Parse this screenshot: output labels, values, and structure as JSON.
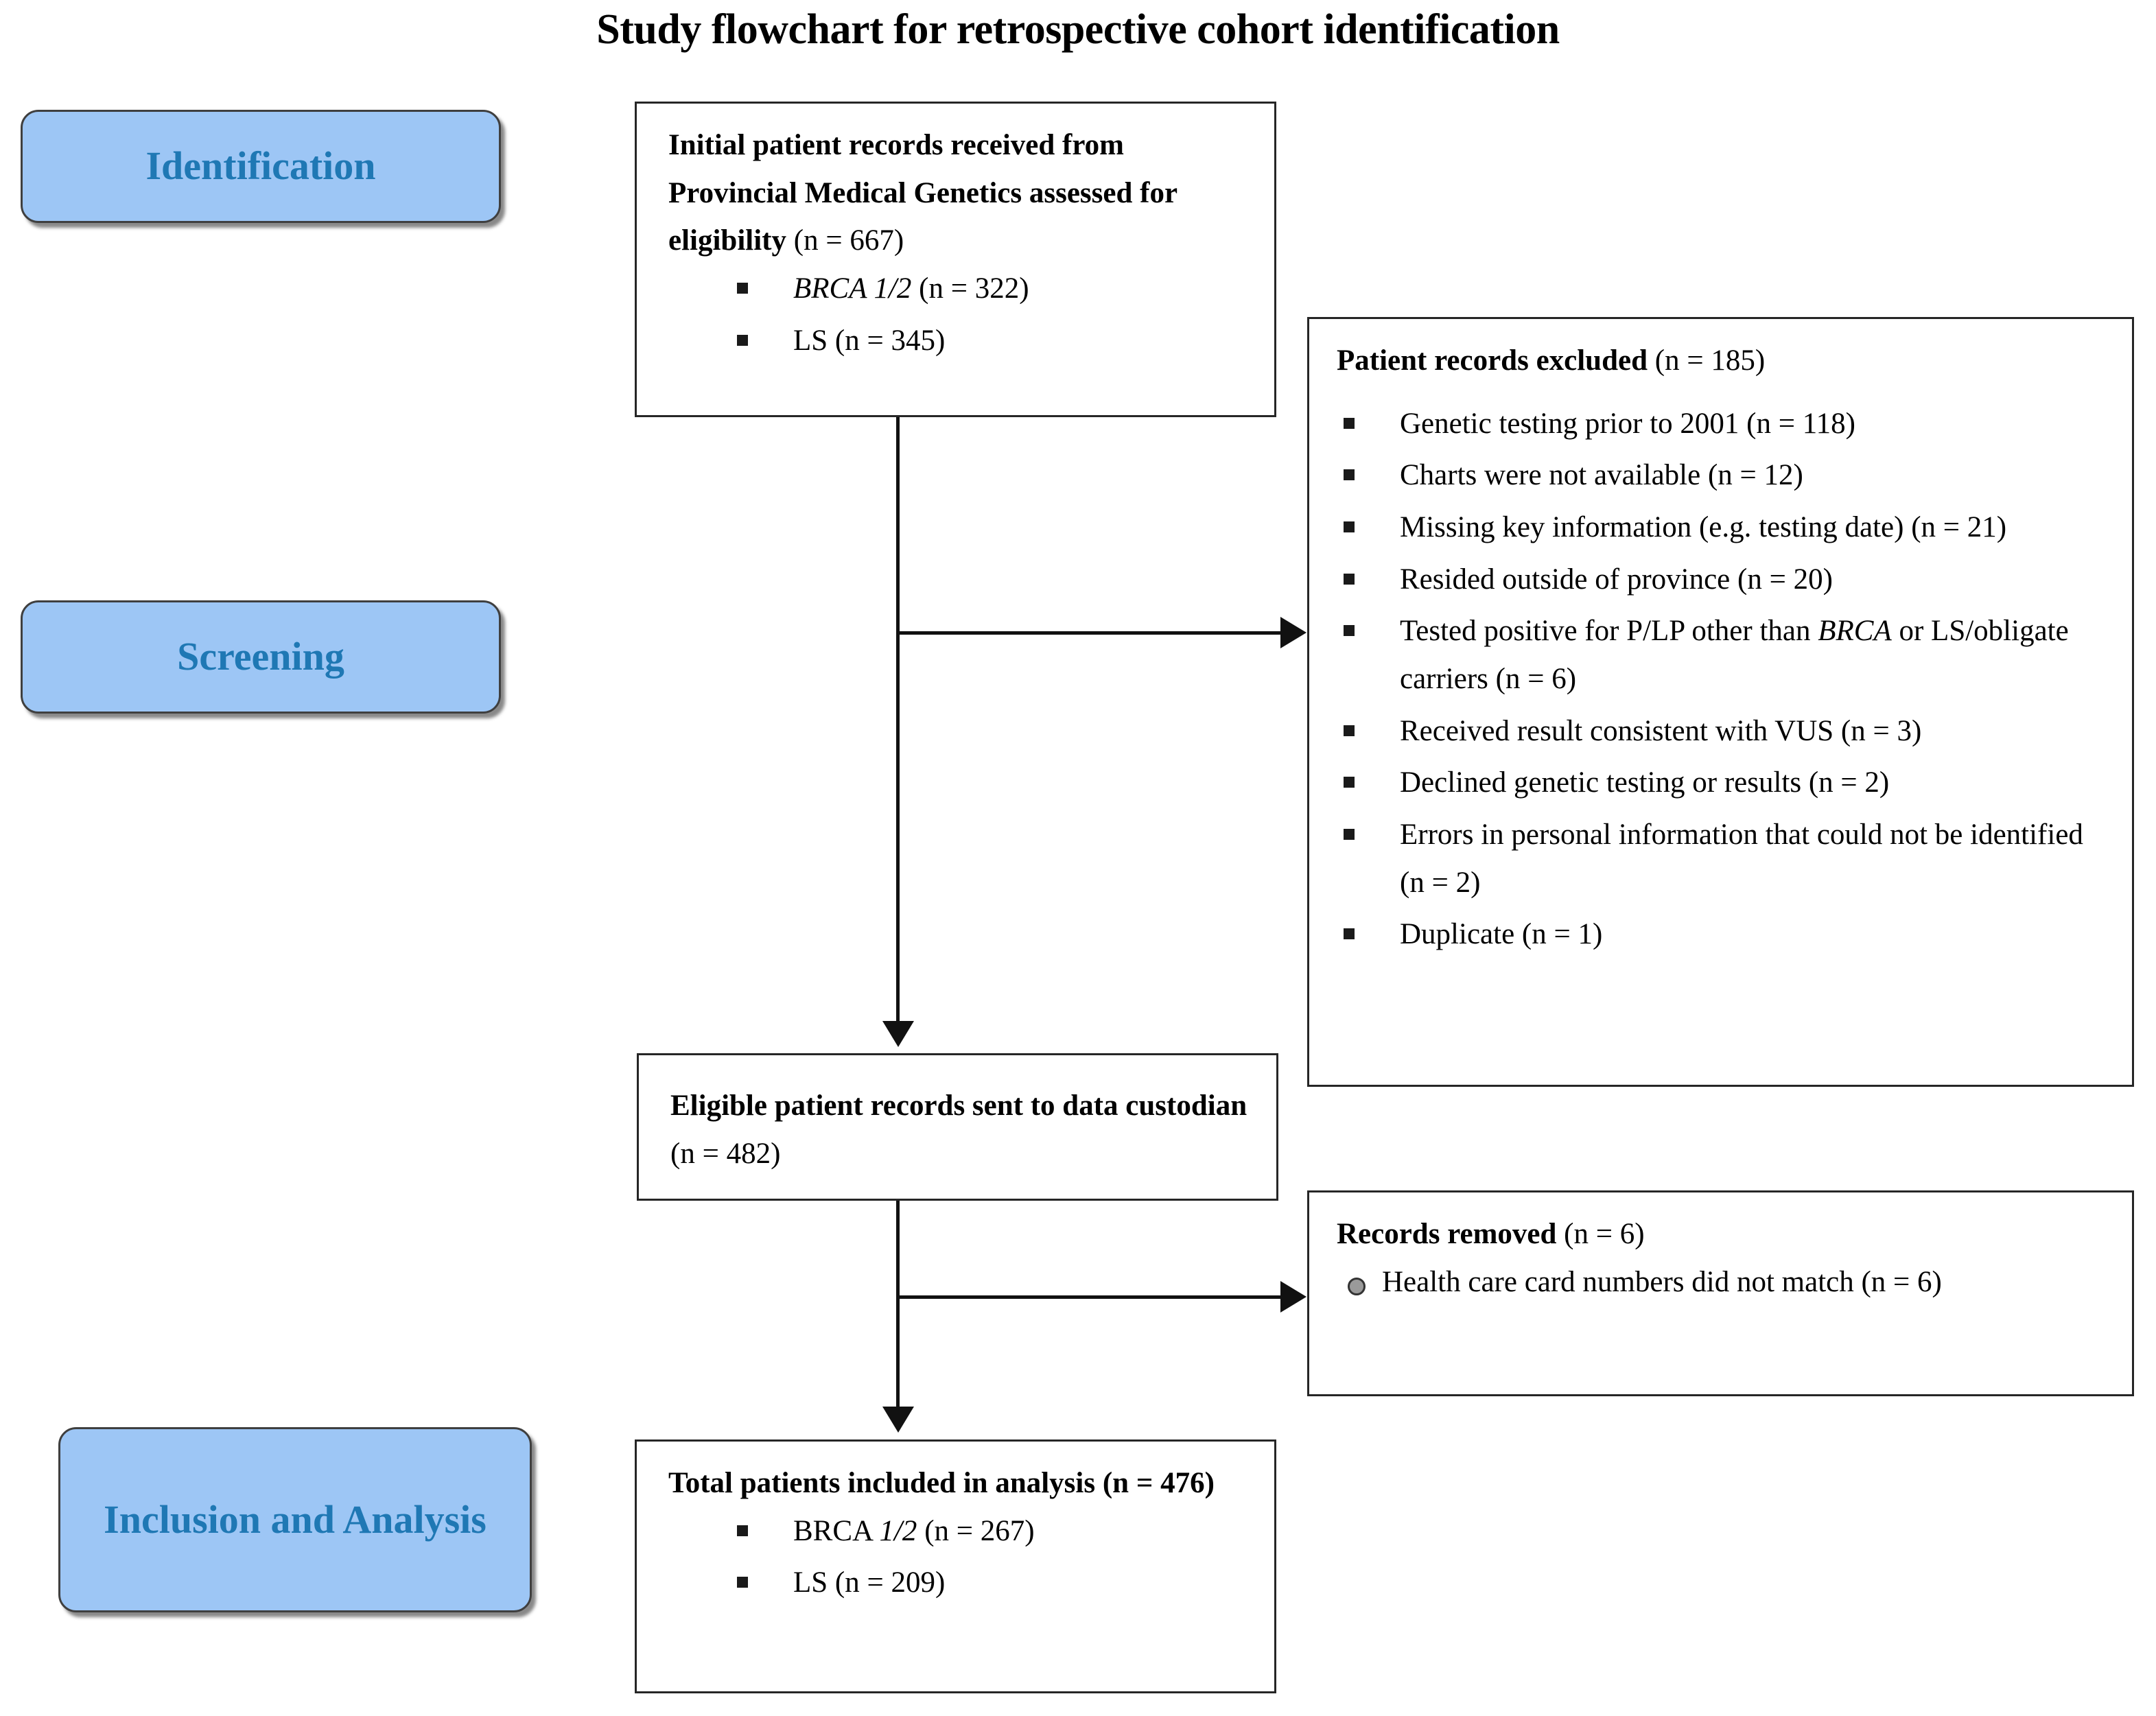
{
  "title": "Study flowchart for retrospective cohort identification",
  "stages": [
    {
      "id": "identification",
      "label": "Identification"
    },
    {
      "id": "screening",
      "label": "Screening"
    },
    {
      "id": "inclusion-and-analysis",
      "label": "Inclusion and Analysis"
    }
  ],
  "boxes": {
    "initial_records": {
      "header": "Initial patient records received from Provincial Medical Genetics assessed for eligibility",
      "header_count": "(n = 667)",
      "items": [
        {
          "italic": "BRCA 1/2",
          "rest": " (n = 322)"
        },
        {
          "italic": "",
          "rest": "LS (n = 345)"
        }
      ]
    },
    "excluded": {
      "header": "Patient records excluded",
      "header_count": "(n = 185)",
      "items": [
        {
          "pre": "Genetic testing prior to 2001 (n = 118)",
          "italic": "",
          "post": ""
        },
        {
          "pre": "Charts were not available (n = 12)",
          "italic": "",
          "post": ""
        },
        {
          "pre": "Missing key information (e.g. testing date) (n = 21)",
          "italic": "",
          "post": ""
        },
        {
          "pre": "Resided outside of province (n = 20)",
          "italic": "",
          "post": ""
        },
        {
          "pre": "Tested positive for P/LP other than ",
          "italic": "BRCA",
          "post": " or LS/obligate carriers (n = 6)"
        },
        {
          "pre": "Received result consistent with VUS (n = 3)",
          "italic": "",
          "post": ""
        },
        {
          "pre": "Declined genetic testing or results (n = 2)",
          "italic": "",
          "post": ""
        },
        {
          "pre": "Errors in personal information that could not be identified (n = 2)",
          "italic": "",
          "post": ""
        },
        {
          "pre": "Duplicate (n = 1)",
          "italic": "",
          "post": ""
        }
      ]
    },
    "eligible_records": {
      "header": "Eligible patient records sent to data custodian",
      "header_count": "(n = 482)"
    },
    "records_removed": {
      "header": "Records removed",
      "header_count": "(n = 6)",
      "items": [
        {
          "text": "Health care card numbers did not match (n = 6)"
        }
      ]
    },
    "total_included": {
      "header": "Total patients included in analysis",
      "header_count": "(n = 476)",
      "items": [
        {
          "pre": "BRCA ",
          "italic": "1/2",
          "post": " (n = 267)"
        },
        {
          "pre": "LS (n = 209)",
          "italic": "",
          "post": ""
        }
      ]
    }
  },
  "colors": {
    "stage_fill": "#9DC6F5",
    "stage_text": "#1F78B4",
    "box_border": "#262626",
    "connector": "#111111"
  }
}
